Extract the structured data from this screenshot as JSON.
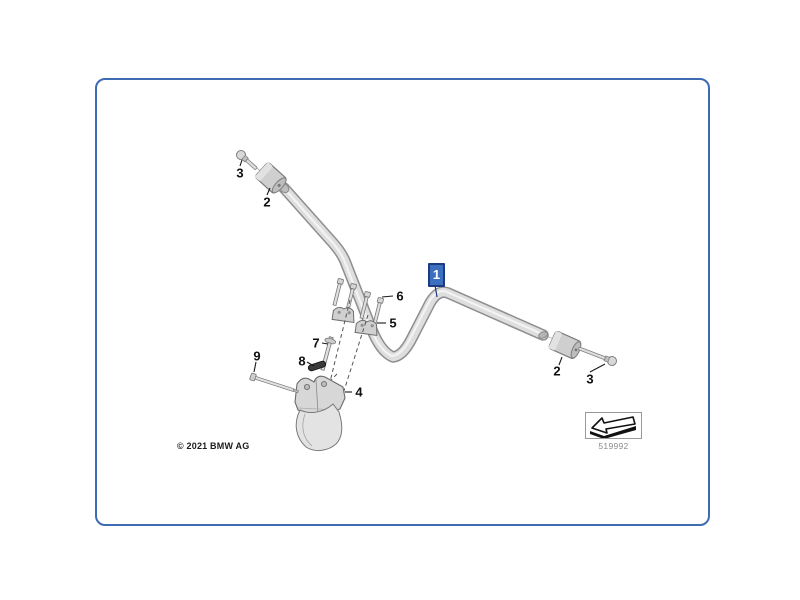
{
  "callouts": {
    "handlebar": {
      "label": "1"
    },
    "weight_left": {
      "label": "2"
    },
    "screw_left": {
      "label": "3"
    },
    "riser_clamp": {
      "label": "4"
    },
    "bar_clamp": {
      "label": "5"
    },
    "clamp_screw": {
      "label": "6"
    },
    "riser_screw": {
      "label": "7"
    },
    "damper": {
      "label": "8"
    },
    "side_bolt": {
      "label": "9"
    },
    "weight_right": {
      "label": "2"
    },
    "screw_right": {
      "label": "3"
    }
  },
  "footer": {
    "copyright": "© 2021 BMW AG"
  },
  "thumbnail": {
    "part_number": "519992",
    "icon": "overview-arrow-icon"
  },
  "colors": {
    "highlight_fill": "#3d6fc0",
    "highlight_border": "#1b3a80",
    "frame_blue": "#3e6cb3",
    "part_gray": "#d8d8d8",
    "outline_gray": "#6e6e6e"
  }
}
